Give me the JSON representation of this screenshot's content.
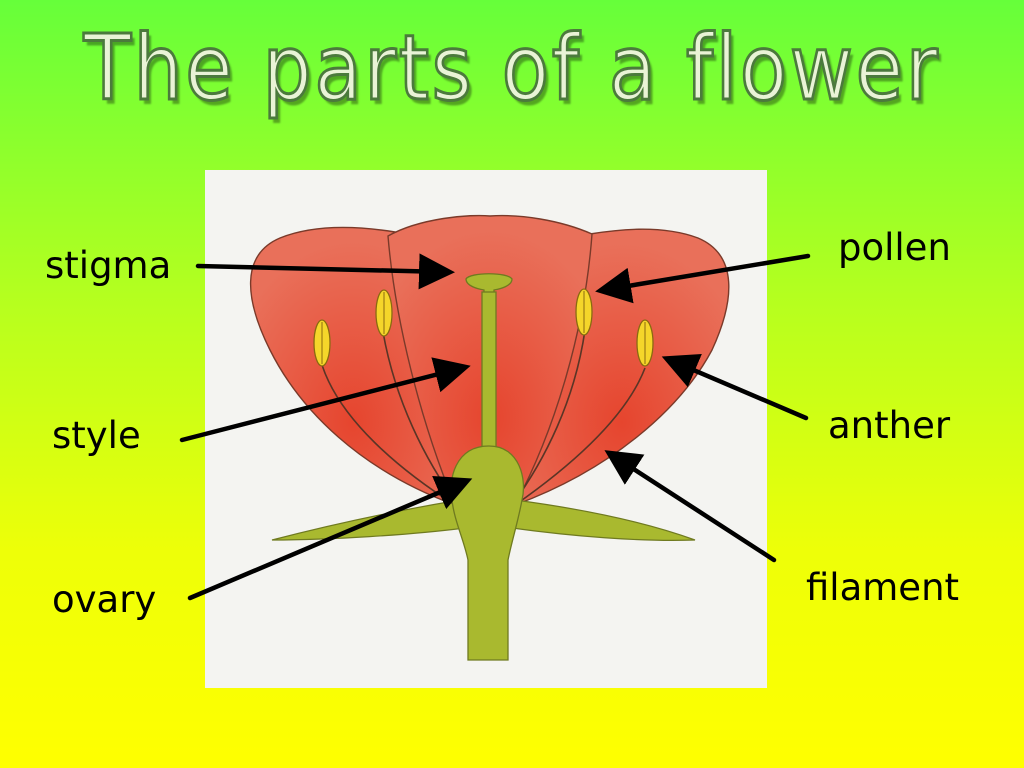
{
  "slide": {
    "title": "The parts of a flower"
  },
  "labels": {
    "stigma": "stigma",
    "style": "style",
    "ovary": "ovary",
    "pollen": "pollen",
    "anther": "anther",
    "filament": "filament"
  },
  "colors": {
    "background_top": "#66ff3a",
    "background_bottom": "#ffff00",
    "title_fill": "#e9f3d6",
    "title_outline": "#4b7a3c",
    "petal": "#e8583c",
    "carpel": "#a9b92f",
    "anther": "#f5d62a",
    "arrow": "#000000"
  }
}
